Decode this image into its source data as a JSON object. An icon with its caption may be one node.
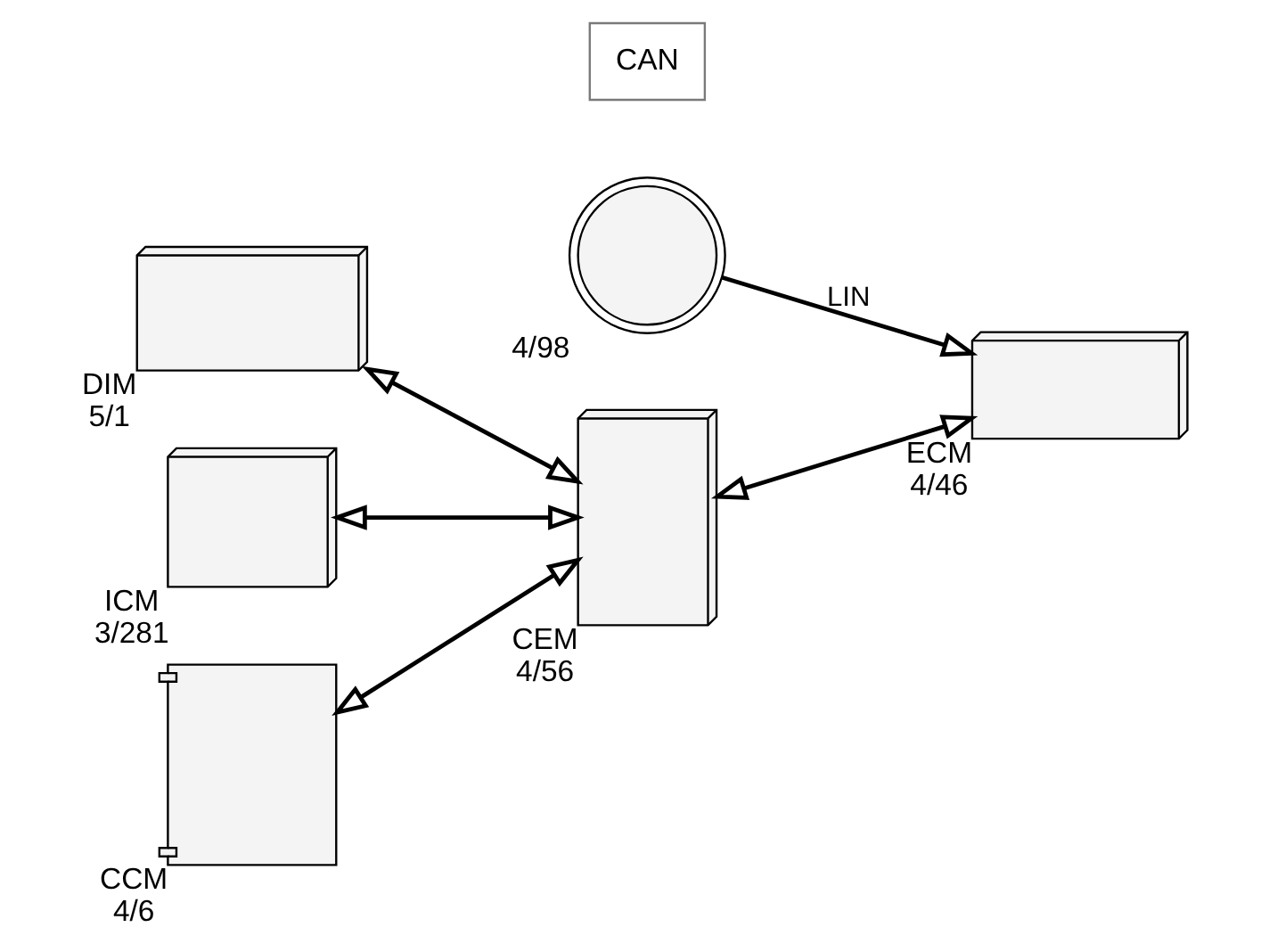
{
  "diagram": {
    "nodes": [
      {
        "text": [],
        "shape": "picture",
        "beside": [
          "DIM",
          "5/1"
        ]
      },
      {
        "text": [],
        "shape": "picture",
        "beside": [
          "ICM",
          "3/281"
        ]
      },
      {
        "text": [],
        "shape": "picture",
        "beside": [
          "CCM",
          "4/6"
        ]
      },
      {
        "text": [
          "CAN"
        ]
      },
      {
        "text": [],
        "shape": "picture",
        "beside": [
          "CEM",
          "4/56"
        ]
      },
      {
        "text": [],
        "shape": "picture",
        "beside": [
          "4/98"
        ]
      },
      {
        "text": [],
        "shape": "picture",
        "beside": [
          "ECM",
          "4/46"
        ]
      }
    ],
    "edges": [
      {
        "from": 0,
        "to": 4,
        "arrow": "both"
      },
      {
        "from": 1,
        "to": 4,
        "arrow": "both"
      },
      {
        "from": 2,
        "to": 4,
        "arrow": "both"
      },
      {
        "from": 4,
        "to": 6,
        "arrow": "both"
      },
      {
        "from": 5,
        "to": 6,
        "arrow": "to",
        "label": "LIN"
      }
    ]
  }
}
